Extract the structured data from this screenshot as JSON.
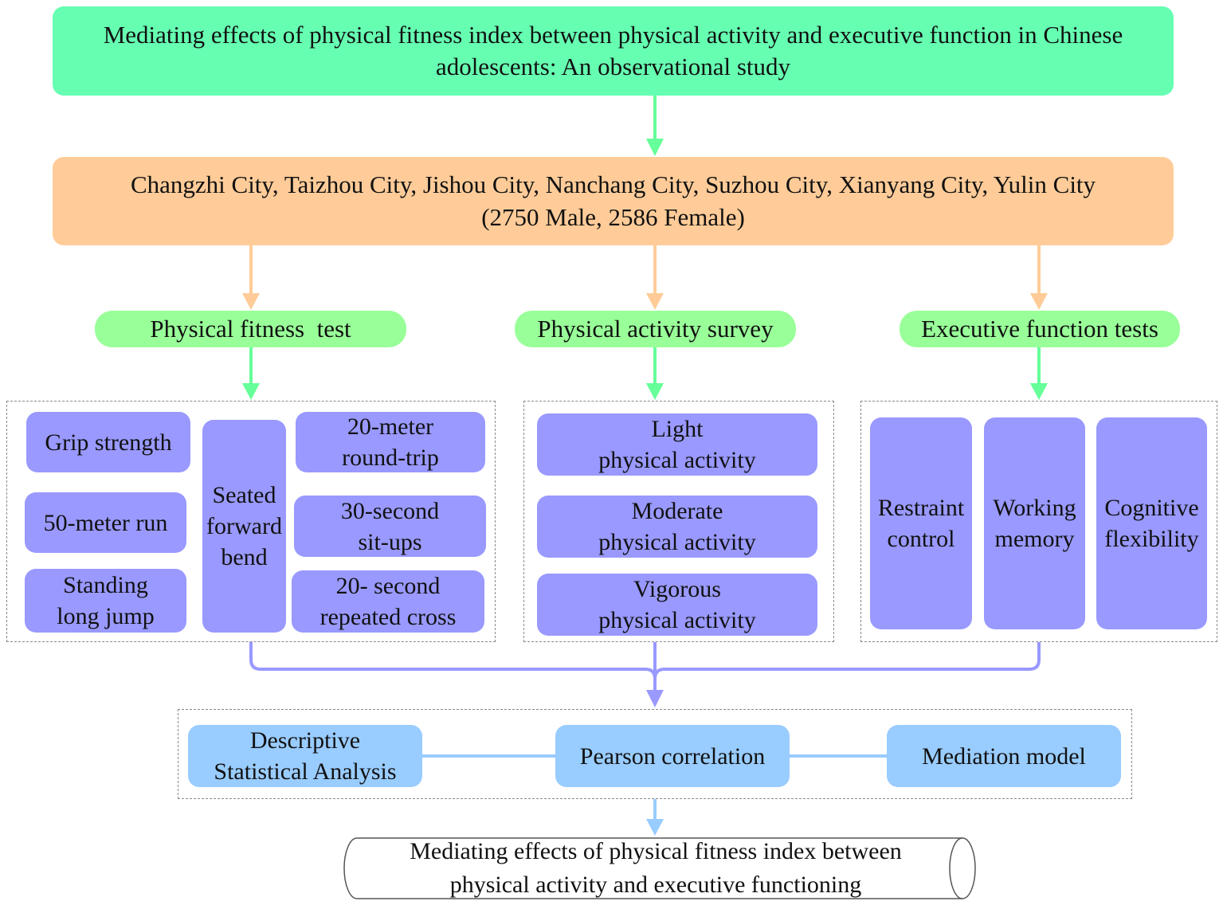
{
  "title": "Mediating effects of physical fitness index between physical activity and executive function in Chinese adolescents: An observational study",
  "sample": {
    "cities": "Changzhi City, Taizhou City, Jishou City, Nanchang City, Suzhou City, Xianyang City, Yulin City",
    "counts": "(2750 Male, 2586 Female)"
  },
  "categories": {
    "fitness": "Physical fitness  test",
    "activity": "Physical activity survey",
    "executive": "Executive function tests"
  },
  "fitness_items": {
    "grip": "Grip strength",
    "run50": "50-meter run",
    "jump": "Standing\nlong jump",
    "bend": "Seated\nforward\nbend",
    "roundtrip": "20-meter\nround-trip",
    "situps": "30-second\nsit-ups",
    "cross": "20- second\nrepeated cross"
  },
  "activity_items": {
    "light": "Light\nphysical activity",
    "moderate": "Moderate\nphysical activity",
    "vigorous": "Vigorous\nphysical activity"
  },
  "executive_items": {
    "restraint": "Restraint\ncontrol",
    "working": "Working\nmemory",
    "cognitive": "Cognitive\nflexibility"
  },
  "analysis": {
    "descriptive": "Descriptive\nStatistical Analysis",
    "pearson": "Pearson correlation",
    "mediation": "Mediation model"
  },
  "outcome": "Mediating effects of physical fitness index  between\nphysical activity and executive functioning",
  "colors": {
    "title_box": "#66ffb2",
    "sample_box": "#ffcc99",
    "category_box": "#99ff99",
    "measure_box": "#9999ff",
    "analysis_box": "#99ccff",
    "arrow_green": "#66ff99",
    "arrow_orange": "#ffcc99",
    "arrow_purple": "#9999ff",
    "arrow_blue": "#99ccff"
  }
}
